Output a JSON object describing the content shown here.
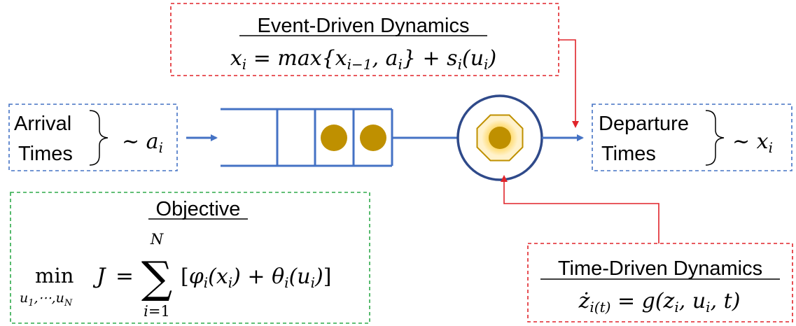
{
  "colors": {
    "queue_blue": "#4472C4",
    "server_ring": "#2F4A8A",
    "arrow_red": "#E0242A",
    "dash_red": "#E0242A",
    "dash_blue": "#4472C4",
    "dash_green": "#2EAA4A",
    "gold": "#BF9000",
    "light_gold": "#FFD966"
  },
  "event_box": {
    "title": "Event-Driven Dynamics",
    "equation": "x_i = max{x_{i−1}, a_i} + s_i(u_i)"
  },
  "arrival_box": {
    "line1": "Arrival",
    "line2": "Times",
    "symbol": "∼ a_i"
  },
  "departure_box": {
    "line1": "Departure",
    "line2": "Times",
    "symbol": "∼ x_i"
  },
  "objective_box": {
    "title": "Objective",
    "equation": "min_{u_1,⋯,u_N} J = Σ_{i=1}^{N} [φ_i(x_i) + θ_i(u_i)]"
  },
  "time_box": {
    "title": "Time-Driven Dynamics",
    "equation": "ż_{i(t)} = g(z_i, u_i, t)"
  },
  "queue": {
    "slots": 4,
    "occupied": 2
  },
  "icons": {
    "server": "server-icon",
    "job": "job-circle-icon"
  }
}
